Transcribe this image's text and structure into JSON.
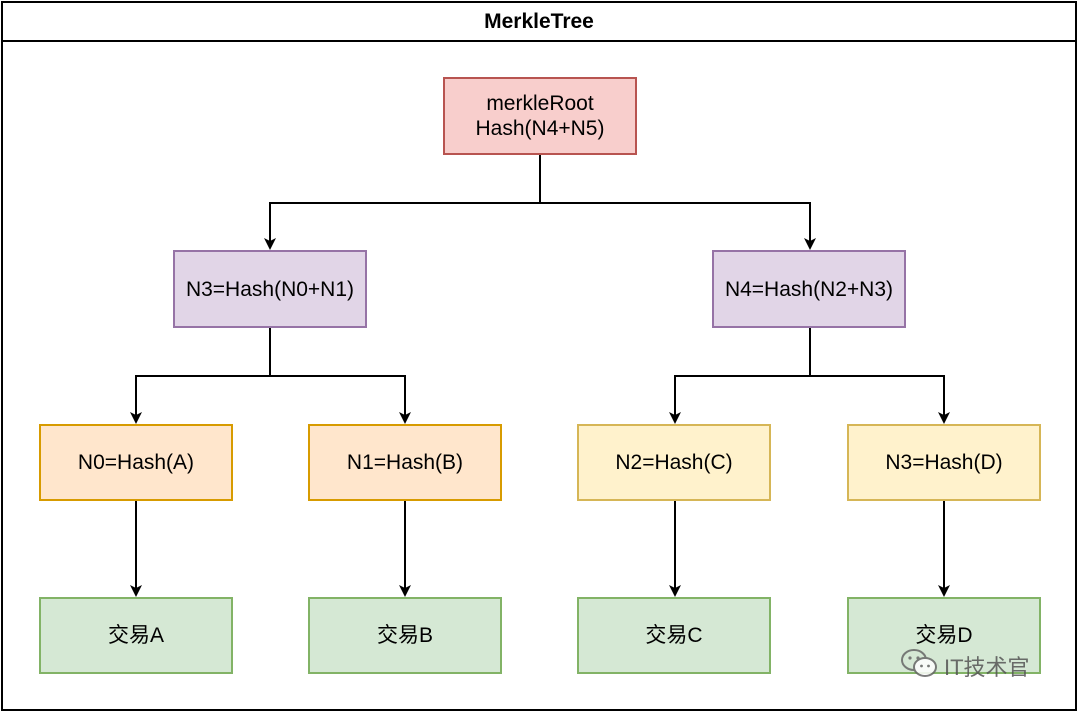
{
  "title": "MerkleTree",
  "nodes": {
    "root": "merkleRoot\nHash(N4+N5)",
    "n3_left": "N3=Hash(N0+N1)",
    "n4": "N4=Hash(N2+N3)",
    "n0": "N0=Hash(A)",
    "n1": "N1=Hash(B)",
    "n2": "N2=Hash(C)",
    "n3_right": "N3=Hash(D)",
    "tx_a": "交易A",
    "tx_b": "交易B",
    "tx_c": "交易C",
    "tx_d": "交易D"
  },
  "watermark": {
    "icon": "wechat-icon",
    "text": "IT技术官"
  },
  "colors": {
    "root_fill": "#f8cecc",
    "hash_fill": "#e1d5e7",
    "leaf_left_fill": "#ffe6cc",
    "leaf_right_fill": "#fff2cc",
    "tx_fill": "#d5e8d4"
  }
}
